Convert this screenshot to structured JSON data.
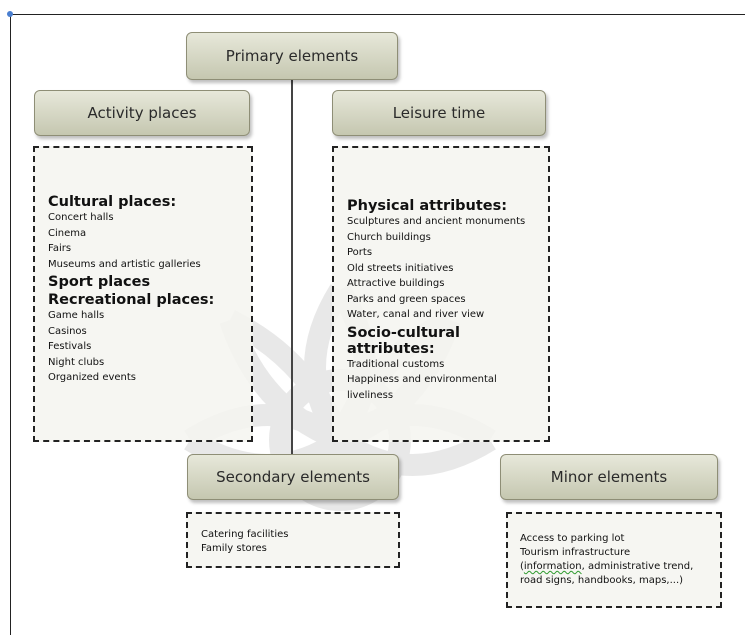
{
  "primary": "Primary elements",
  "activity": {
    "header": "Activity places",
    "cultural_title": "Cultural places:",
    "cultural_items": [
      "Concert halls",
      "Cinema",
      "Fairs",
      "Museums and artistic galleries"
    ],
    "sport_title": "Sport places",
    "recreational_title": "Recreational places:",
    "recreational_items": [
      "Game halls",
      "Casinos",
      "Festivals",
      "Night clubs",
      "Organized events"
    ]
  },
  "leisure": {
    "header": "Leisure time",
    "physical_title": "Physical attributes:",
    "physical_items": [
      "Sculptures and ancient monuments",
      "Church buildings",
      "Ports",
      "Old streets initiatives",
      "Attractive buildings",
      "Parks and green spaces",
      "Water, canal and river view"
    ],
    "socio_title": "Socio-cultural attributes:",
    "socio_items": [
      "Traditional customs",
      "Happiness and environmental",
      "liveliness"
    ]
  },
  "secondary": {
    "header": "Secondary elements",
    "items": [
      "Catering facilities",
      "Family stores"
    ]
  },
  "minor": {
    "header": "Minor elements",
    "line1": "Access to parking lot",
    "line2": "Tourism infrastructure",
    "line3_pre": "(",
    "line3_word": "information",
    "line3_post": ", administrative trend,",
    "line4": "road signs, handbooks, maps,...)"
  }
}
